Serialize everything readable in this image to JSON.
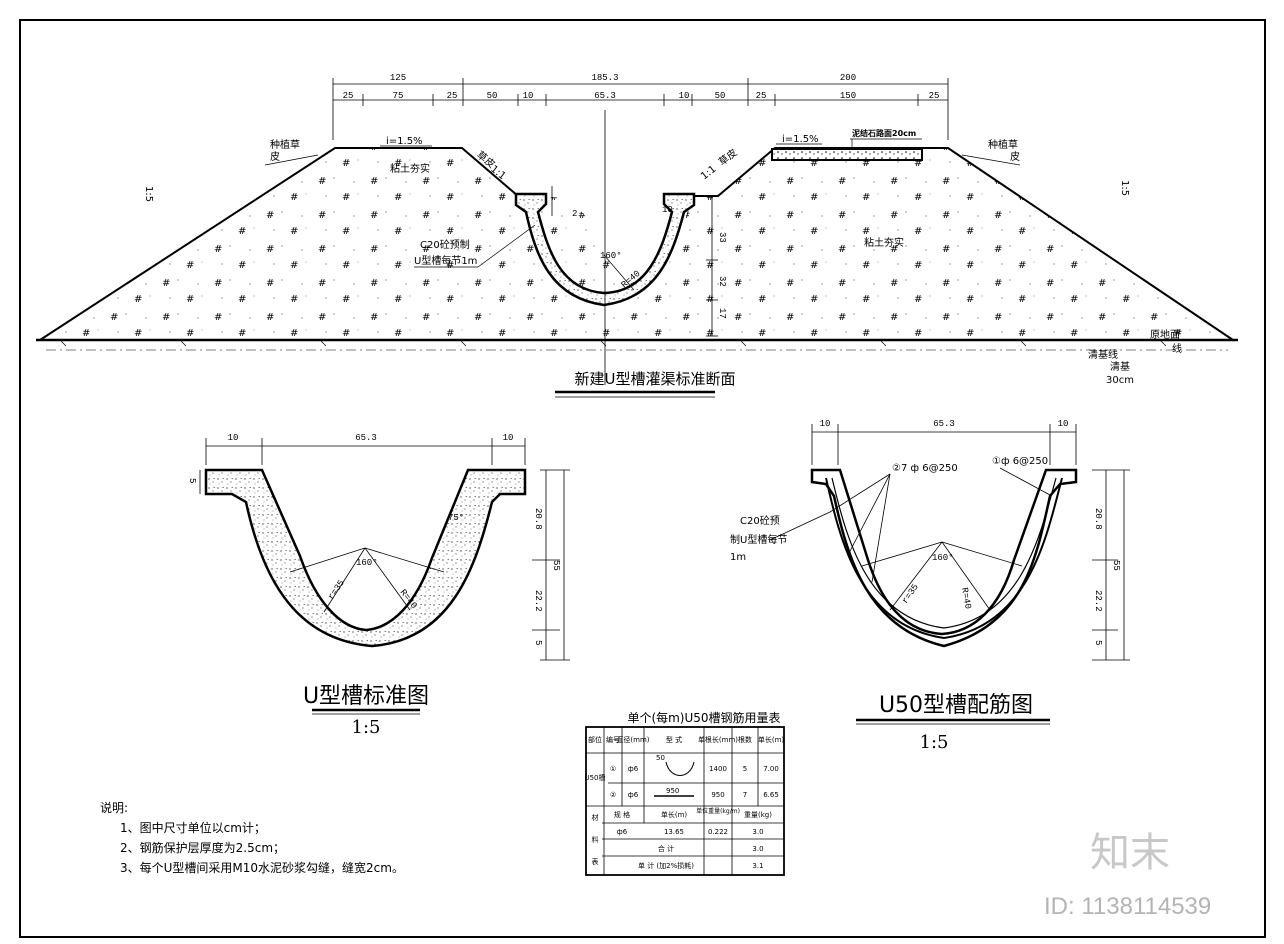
{
  "main_section": {
    "title": "新建U型槽灌渠标准断面",
    "dims_top": [
      "125",
      "185.3",
      "200"
    ],
    "dims_sub": [
      "25",
      "75",
      "25",
      "50",
      "10",
      "65.3",
      "10",
      "50",
      "25",
      "150",
      "25"
    ],
    "slope_left": "1:5",
    "slope_right": "1:5",
    "grass_left": [
      "种植草",
      "皮"
    ],
    "grass_right": [
      "种植草",
      "皮"
    ],
    "crest_slope_left": "i=1.5%",
    "crest_slope_right": "i=1.5%",
    "gravel_road": "泥结石路面20cm",
    "sod_left": "草皮",
    "sod_right": "草皮",
    "ratio_left": "1:1",
    "ratio_right": "1:1",
    "fill_left": "粘土夯实",
    "fill_right": "粘土夯实",
    "precast_note": [
      "C20砼预制",
      "U型槽每节1m"
    ],
    "vert_dims": [
      "2",
      "33",
      "32",
      "17",
      "10"
    ],
    "angle": "160°",
    "radius": "R=40",
    "ground_line": [
      "原地面",
      "线"
    ],
    "clearing": [
      "清基线",
      "清基",
      "30cm"
    ]
  },
  "u_standard": {
    "dims_top": [
      "10",
      "65.3",
      "10"
    ],
    "dims_right": [
      "20.8",
      "22.2",
      "5"
    ],
    "dims_total": "55",
    "dim_left": "5",
    "angle": "160°",
    "r_inner": "r=35",
    "r_outer": "R=40",
    "wall_angle": "75°",
    "title": "U型槽标准图",
    "scale": "1:5"
  },
  "u_rebar": {
    "dims_top": [
      "10",
      "65.3",
      "10"
    ],
    "dims_right": [
      "20.8",
      "22.2",
      "5"
    ],
    "dims_total": "55",
    "bar2": "②7 ф 6@250",
    "bar1": "①ф 6@250",
    "precast_note": [
      "C20砼预",
      "制U型槽每节",
      "1m"
    ],
    "angle": "160°",
    "r_inner": "r=35",
    "r_outer": "R=40",
    "title": "U50型槽配筋图",
    "scale": "1:5"
  },
  "rebar_table": {
    "title": "单个(每m)U50槽钢筋用量表",
    "headers": [
      "部位",
      "编号",
      "直径(mm)",
      "型 式",
      "单根长(mm)",
      "根数",
      "单长(m)"
    ],
    "part": "U50槽",
    "rows": [
      {
        "no": "①",
        "dia": "ф6",
        "form_dim": "50",
        "len": "1400",
        "count": "5",
        "total": "7.00"
      },
      {
        "no": "②",
        "dia": "ф6",
        "form_dim": "950",
        "len": "950",
        "count": "7",
        "total": "6.65"
      }
    ],
    "material_label": [
      "材",
      "料",
      "表"
    ],
    "mat_headers": [
      "规 格",
      "单长(m)",
      "单位重量(kg/m)",
      "重量(kg)"
    ],
    "mat_row": {
      "spec": "ф6",
      "len": "13.65",
      "unit": "0.222",
      "weight": "3.0"
    },
    "sum_label": "合 计",
    "sum_value": "3.0",
    "sum2_label": "单 计 (加2%损耗)",
    "sum2_value": "3.1"
  },
  "notes": {
    "heading": "说明:",
    "lines": [
      "1、图中尺寸单位以cm计；",
      "2、钢筋保护层厚度为2.5cm；",
      "3、每个U型槽间采用M10水泥砂浆勾缝，缝宽2cm。"
    ]
  },
  "watermark": {
    "logo": "知末",
    "id": "ID: 1138114539"
  }
}
